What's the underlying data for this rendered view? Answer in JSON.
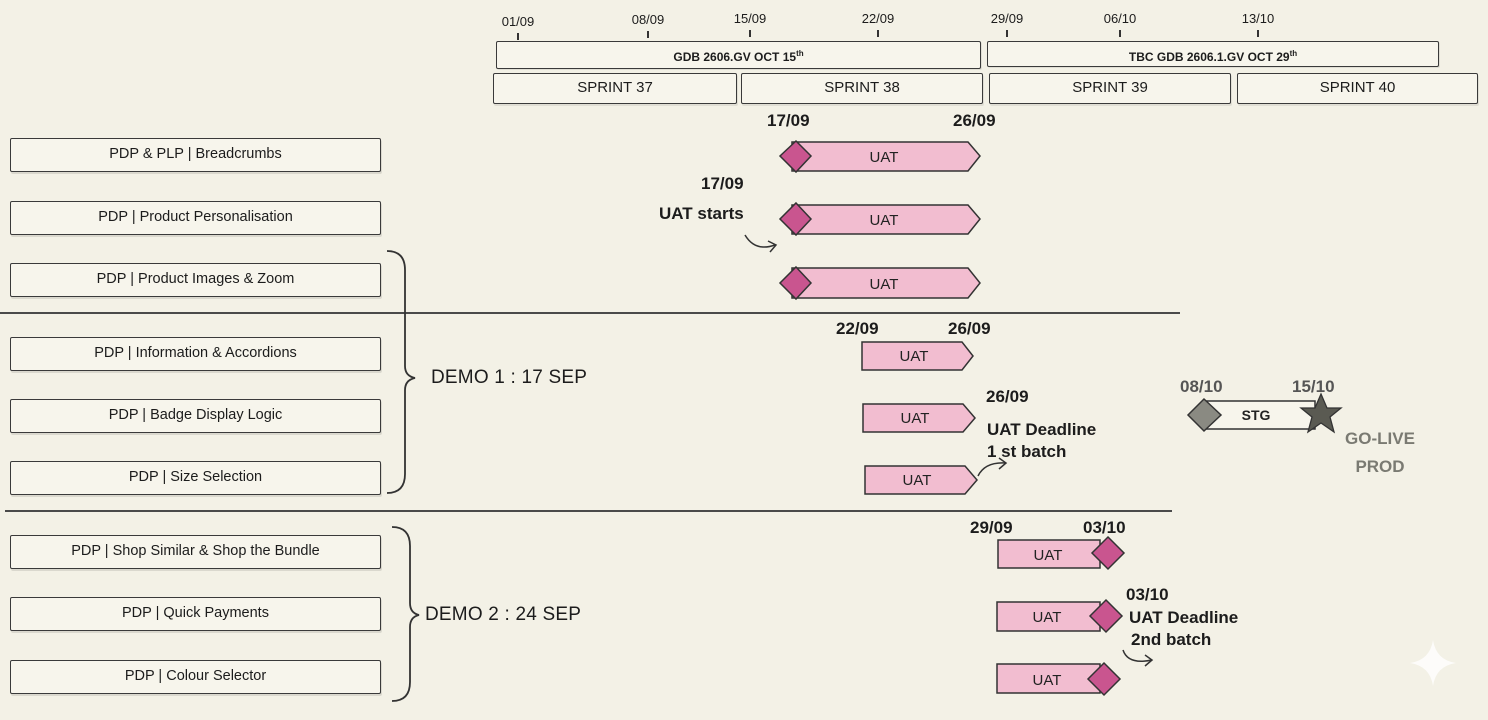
{
  "timeline": {
    "dates": [
      "01/09",
      "08/09",
      "15/09",
      "22/09",
      "29/09",
      "06/10",
      "13/10"
    ],
    "releases": [
      {
        "label": "GDB 2606.GV OCT 15",
        "suffix": "th"
      },
      {
        "label": "TBC GDB 2606.1.GV OCT 29",
        "suffix": "th"
      }
    ],
    "sprints": [
      "SPRINT 37",
      "SPRINT 38",
      "SPRINT 39",
      "SPRINT 40"
    ]
  },
  "tasks": [
    "PDP & PLP | Breadcrumbs",
    "PDP | Product Personalisation",
    "PDP | Product Images & Zoom",
    "PDP | Information & Accordions",
    "PDP | Badge Display Logic",
    "PDP | Size Selection",
    "PDP | Shop Similar & Shop the Bundle",
    "PDP | Quick Payments",
    "PDP | Colour Selector"
  ],
  "bar_label": "UAT",
  "demos": [
    "DEMO 1 :  17 SEP",
    "DEMO 2 :  24 SEP"
  ],
  "annotations": {
    "g1_start": "17/09",
    "g1_end": "26/09",
    "uat_start_date": "17/09",
    "uat_start_label": "UAT starts",
    "g2_start": "22/09",
    "g2_end": "26/09",
    "deadline1_date": "26/09",
    "deadline1_line1": "UAT Deadline",
    "deadline1_line2": "1 st batch",
    "g3_start": "29/09",
    "g3_end": "03/10",
    "deadline2_date": "03/10",
    "deadline2_line1": "UAT Deadline",
    "deadline2_line2": "2nd batch"
  },
  "stg": {
    "start": "08/10",
    "end": "15/10",
    "label": "STG",
    "golive_line1": "GO-LIVE",
    "golive_line2": "PROD"
  },
  "colors": {
    "background": "#f3f1e6",
    "uat_bar": "#f2bdd0",
    "milestone": "#c9558f",
    "stg_diamond": "#8a8a82",
    "star": "#5a5a52"
  }
}
